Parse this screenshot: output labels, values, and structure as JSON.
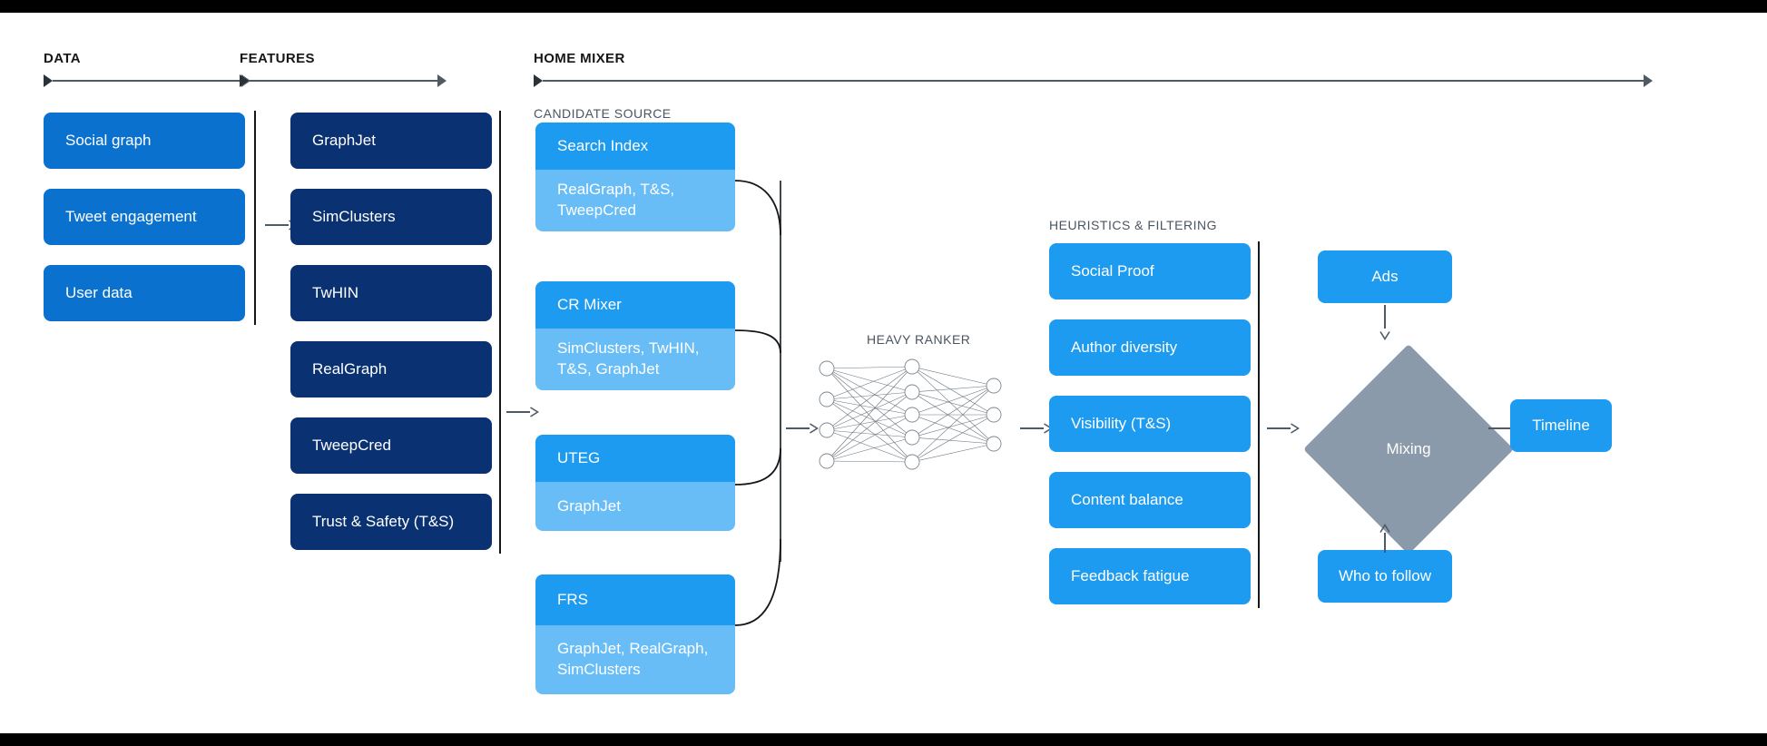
{
  "diagram": {
    "title": "Twitter Home Mixer recommendation pipeline",
    "colors": {
      "data_box": "#0a72ce",
      "feature_box": "#0a3272",
      "candidate_head": "#1d9bf0",
      "candidate_body": "#69bdf7",
      "heuristic_box": "#1d9bf0",
      "output_box": "#1d9bf0",
      "mixing_diamond": "#8a9aab",
      "line": "#4f5a65",
      "divider": "#14171a",
      "canvas": "#ffffff",
      "text_dark": "#14171a",
      "text_muted": "#4a5560"
    }
  },
  "sections": {
    "data": {
      "label": "DATA"
    },
    "features": {
      "label": "FEATURES"
    },
    "home_mixer": {
      "label": "HOME MIXER"
    },
    "candidate_source": {
      "label": "CANDIDATE SOURCE"
    },
    "heavy_ranker": {
      "label": "HEAVY RANKER"
    },
    "heuristics": {
      "label": "HEURISTICS & FILTERING"
    }
  },
  "data_boxes": [
    {
      "label": "Social graph"
    },
    {
      "label": "Tweet engagement"
    },
    {
      "label": "User data"
    }
  ],
  "feature_boxes": [
    {
      "label": "GraphJet"
    },
    {
      "label": "SimClusters"
    },
    {
      "label": "TwHIN"
    },
    {
      "label": "RealGraph"
    },
    {
      "label": "TweepCred"
    },
    {
      "label": "Trust & Safety (T&S)"
    }
  ],
  "candidate_sources": [
    {
      "name": "Search Index",
      "features": "RealGraph, T&S,\nTweepCred"
    },
    {
      "name": "CR Mixer",
      "features": "SimClusters, TwHIN,\nT&S, GraphJet"
    },
    {
      "name": "UTEG",
      "features": "GraphJet"
    },
    {
      "name": "FRS",
      "features": "GraphJet, RealGraph,\nSimClusters"
    }
  ],
  "heavy_ranker": {
    "label": "HEAVY RANKER",
    "layers": [
      4,
      5,
      3
    ]
  },
  "heuristic_boxes": [
    {
      "label": "Social Proof"
    },
    {
      "label": "Author diversity"
    },
    {
      "label": "Visibility (T&S)"
    },
    {
      "label": "Content balance"
    },
    {
      "label": "Feedback fatigue"
    }
  ],
  "mixing": {
    "label": "Mixing"
  },
  "outputs": {
    "ads": {
      "label": "Ads"
    },
    "who_to_follow": {
      "label": "Who to follow"
    },
    "timeline": {
      "label": "Timeline"
    }
  }
}
